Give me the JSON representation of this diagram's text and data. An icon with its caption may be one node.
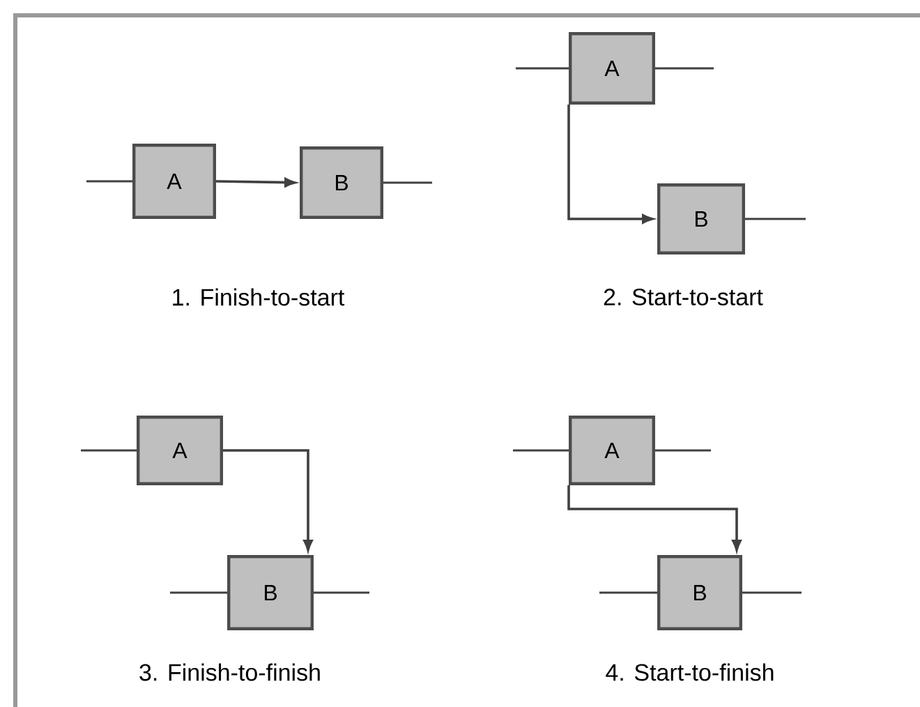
{
  "diagram": {
    "nodes": [
      {
        "text": [
          "A"
        ]
      },
      {
        "text": [
          "B"
        ]
      },
      {
        "text": [
          "A"
        ]
      },
      {
        "text": [
          "B"
        ]
      },
      {
        "text": [
          "A"
        ]
      },
      {
        "text": [
          "B"
        ]
      },
      {
        "text": [
          "A"
        ]
      },
      {
        "text": [
          "B"
        ]
      }
    ],
    "edges": [
      {
        "from": 0,
        "to": 1,
        "arrow": "to"
      },
      {
        "from": 2,
        "to": 3,
        "arrow": "to"
      },
      {
        "from": 4,
        "to": 5,
        "arrow": "to"
      },
      {
        "from": 6,
        "to": 7,
        "arrow": "to"
      }
    ],
    "labels": [
      "1. Finish-to-start",
      "2. Start-to-start",
      "3. Finish-to-finish",
      "4. Start-to-finish"
    ]
  }
}
